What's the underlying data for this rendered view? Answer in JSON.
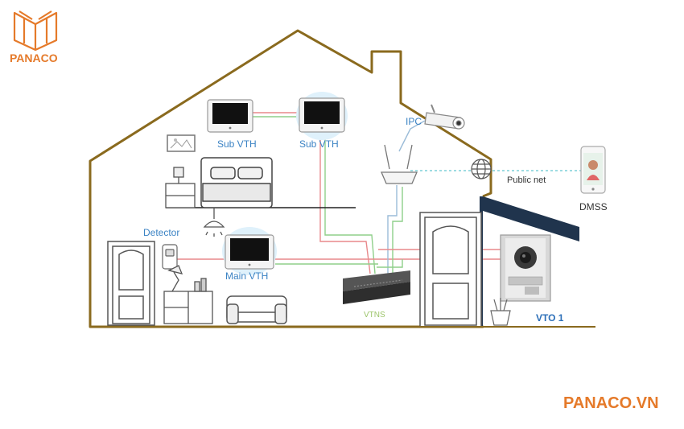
{
  "brand": {
    "logo_text": "PANACO",
    "footer_text": "PANACO.VN",
    "color": "#e57a2a"
  },
  "labels": {
    "sub_vth_left": "Sub VTH",
    "sub_vth_right": "Sub VTH",
    "main_vth": "Main VTH",
    "detector": "Detector",
    "ipc": "IPC",
    "public_net": "Public net",
    "dmss": "DMSS",
    "vtns": "VTNS",
    "vto": "VTO 1"
  },
  "colors": {
    "house_outline": "#8a6a1e",
    "cable_red": "#e8898c",
    "cable_green": "#8fcf8a",
    "cable_blue": "#9bbcd8",
    "dashed_net": "#7fd0d8",
    "label_blue": "#3b83c4",
    "awning": "#20344d"
  },
  "icons": [
    "book-logo-icon",
    "picture-frame-icon",
    "bed-icon",
    "ceiling-lamp-icon",
    "desk-lamp-icon",
    "sofa-icon",
    "door-icon",
    "monitor-icon",
    "router-icon",
    "globe-icon",
    "smartphone-icon",
    "cctv-camera-icon",
    "network-switch-icon",
    "door-station-icon",
    "plant-icon",
    "motion-detector-icon"
  ]
}
